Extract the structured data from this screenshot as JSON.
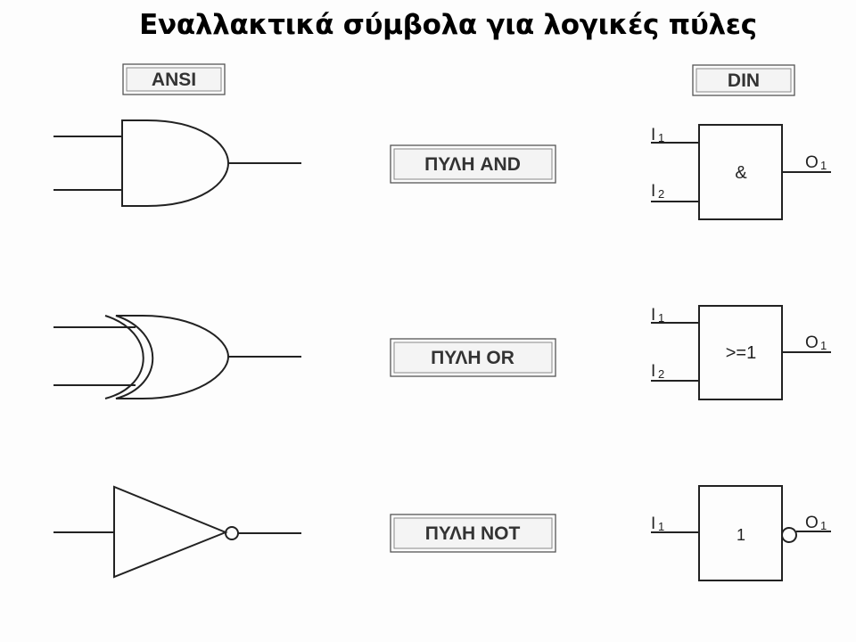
{
  "title": "Εναλλακτικά σύμβολα για λογικές πύλες",
  "headers": {
    "ansi": "ANSI",
    "din": "DIN"
  },
  "gates": [
    {
      "label": "ΠΥΛΗ AND",
      "din_symbol": "&",
      "inputs": [
        {
          "letter": "I",
          "index": "1"
        },
        {
          "letter": "I",
          "index": "2"
        }
      ],
      "output": {
        "letter": "O",
        "index": "1"
      }
    },
    {
      "label": "ΠΥΛΗ OR",
      "din_symbol": ">=1",
      "inputs": [
        {
          "letter": "I",
          "index": "1"
        },
        {
          "letter": "I",
          "index": "2"
        }
      ],
      "output": {
        "letter": "O",
        "index": "1"
      }
    },
    {
      "label": "ΠΥΛΗ NOT",
      "din_symbol": "1",
      "inputs": [
        {
          "letter": "I",
          "index": "1"
        }
      ],
      "output": {
        "letter": "O",
        "index": "1"
      }
    }
  ]
}
